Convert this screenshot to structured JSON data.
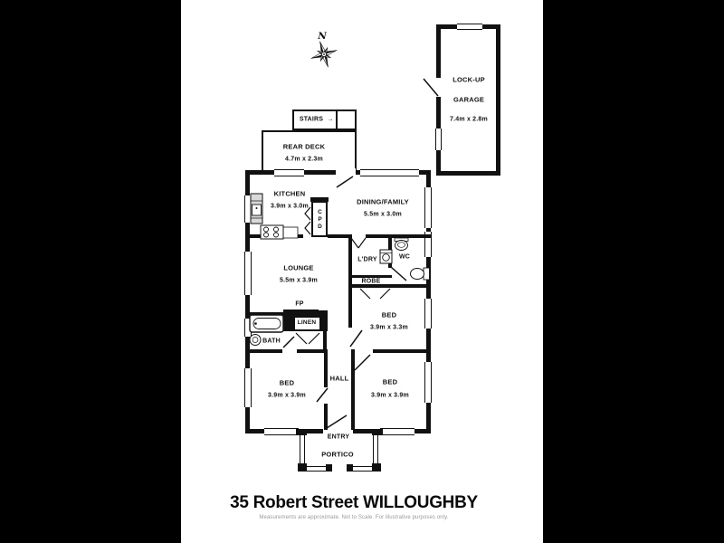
{
  "title": {
    "text": "35 Robert Street WILLOUGHBY"
  },
  "disclaimer": {
    "text": "Measurements are approximate. Not to Scale. For illustrative purposes only."
  },
  "compass": {
    "north": "N"
  },
  "rooms": {
    "garage": {
      "name1": "LOCK-UP",
      "name2": "GARAGE",
      "dims": "7.4m x 2.8m"
    },
    "stairs": {
      "name": "STAIRS",
      "arrow": "→"
    },
    "deck": {
      "name": "REAR DECK",
      "dims": "4.7m x 2.3m"
    },
    "kitchen": {
      "name": "KITCHEN",
      "dims": "3.9m x 3.0m"
    },
    "dining": {
      "name": "DINING/FAMILY",
      "dims": "5.5m x 3.0m"
    },
    "cpd": {
      "c": "C",
      "p": "P",
      "d": "D"
    },
    "lounge": {
      "name": "LOUNGE",
      "dims": "5.5m x 3.9m"
    },
    "laundry": {
      "name": "L'DRY"
    },
    "wc": {
      "name": "WC"
    },
    "robe": {
      "name": "ROBE"
    },
    "bed1": {
      "name": "BED",
      "dims": "3.9m x 3.3m"
    },
    "fp": {
      "name": "FP"
    },
    "linen": {
      "name": "LINEN"
    },
    "bath": {
      "name": "BATH"
    },
    "bed2": {
      "name": "BED",
      "dims": "3.9m x 3.9m"
    },
    "hall": {
      "name": "HALL"
    },
    "bed3": {
      "name": "BED",
      "dims": "3.9m x 3.9m"
    },
    "entry": {
      "name": "ENTRY"
    },
    "portico": {
      "name": "PORTICO"
    }
  },
  "icons": {
    "compass_rose": "8-point compass star",
    "stairs_arrow": "→",
    "kitchen_sink": "counter with inset sink",
    "stove": "4-burner cooktop",
    "washing_machine": "square with round door",
    "wc_basin": "wall basin oval",
    "toilet": "bowl with cistern",
    "bathtub": "rounded tub outline",
    "hand_basin": "round pedestal basin"
  },
  "colors": {
    "letterbox": "#000000",
    "paper": "#ffffff",
    "wall": "#111111",
    "text": "#111111",
    "disclaimer_text": "#999999"
  }
}
